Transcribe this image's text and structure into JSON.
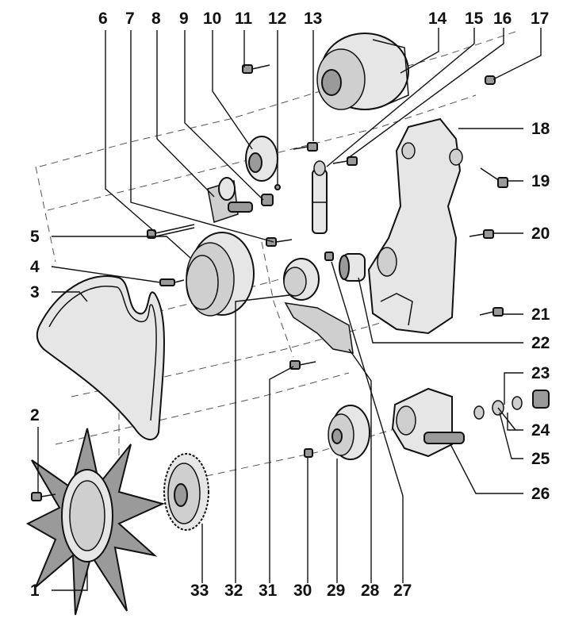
{
  "callouts": [
    {
      "id": "c1",
      "text": "1"
    },
    {
      "id": "c2",
      "text": "2"
    },
    {
      "id": "c3",
      "text": "3"
    },
    {
      "id": "c4",
      "text": "4"
    },
    {
      "id": "c5",
      "text": "5"
    },
    {
      "id": "c6",
      "text": "6"
    },
    {
      "id": "c7",
      "text": "7"
    },
    {
      "id": "c8",
      "text": "8"
    },
    {
      "id": "c9",
      "text": "9"
    },
    {
      "id": "c10",
      "text": "10"
    },
    {
      "id": "c11",
      "text": "11"
    },
    {
      "id": "c12",
      "text": "12"
    },
    {
      "id": "c13",
      "text": "13"
    },
    {
      "id": "c14",
      "text": "14"
    },
    {
      "id": "c15",
      "text": "15"
    },
    {
      "id": "c16",
      "text": "16"
    },
    {
      "id": "c17",
      "text": "17"
    },
    {
      "id": "c18",
      "text": "18"
    },
    {
      "id": "c19",
      "text": "19"
    },
    {
      "id": "c20",
      "text": "20"
    },
    {
      "id": "c21",
      "text": "21"
    },
    {
      "id": "c22",
      "text": "22"
    },
    {
      "id": "c23",
      "text": "23"
    },
    {
      "id": "c24",
      "text": "24"
    },
    {
      "id": "c25",
      "text": "25"
    },
    {
      "id": "c26",
      "text": "26"
    },
    {
      "id": "c27",
      "text": "27"
    },
    {
      "id": "c28",
      "text": "28"
    },
    {
      "id": "c29",
      "text": "29"
    },
    {
      "id": "c30",
      "text": "30"
    },
    {
      "id": "c31",
      "text": "31"
    },
    {
      "id": "c32",
      "text": "32"
    },
    {
      "id": "c33",
      "text": "33"
    }
  ]
}
